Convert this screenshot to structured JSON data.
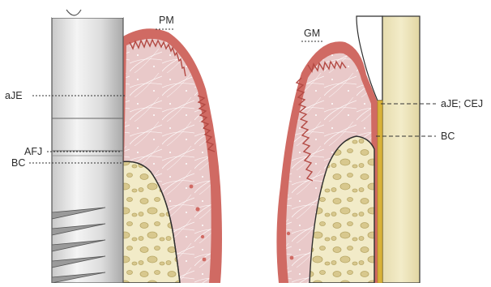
{
  "labels": {
    "pm": "PM",
    "gm": "GM",
    "aje_left": "aJE",
    "afj": "AFJ",
    "bc_left": "BC",
    "aje_cej": "aJE; CEJ",
    "bc_right": "BC"
  }
}
